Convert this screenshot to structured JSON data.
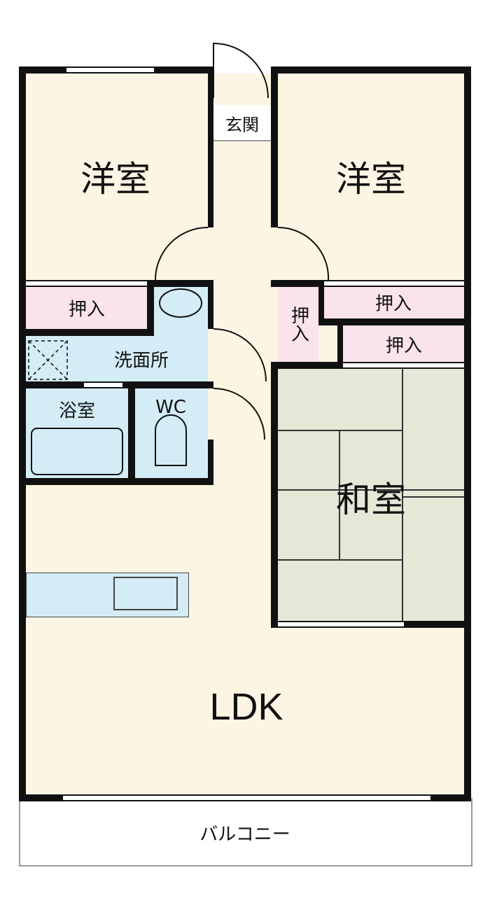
{
  "rooms": {
    "western_left": "洋室",
    "western_right": "洋室",
    "entrance": "玄関",
    "closet_left": "押入",
    "closet_right_top": "押入",
    "closet_right_small": "押入",
    "closet_right_bottom": "押入",
    "washroom": "洗面所",
    "bathroom": "浴室",
    "toilet": "WC",
    "japanese": "和室",
    "ldk": "LDK",
    "balcony": "バルコニー"
  },
  "colors": {
    "floor": "#fdf5e3",
    "closet": "#fbe3ec",
    "wet": "#d3ecf6",
    "tatami": "#e3e8d7",
    "wall": "#111111"
  }
}
